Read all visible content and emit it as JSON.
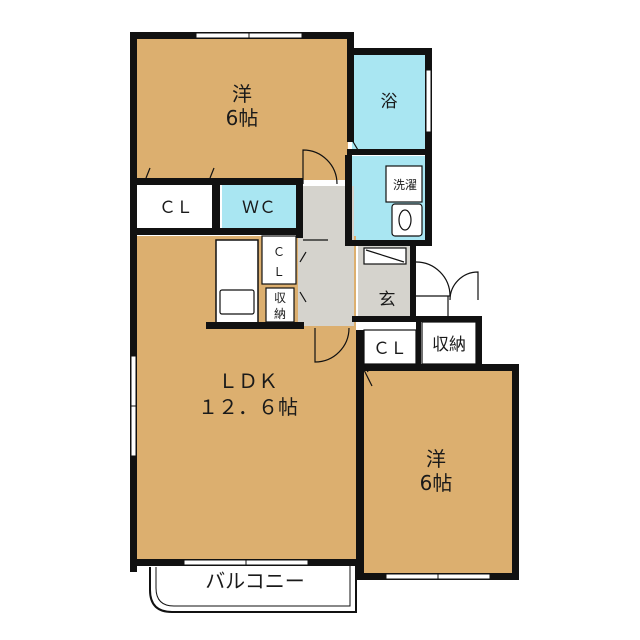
{
  "colors": {
    "room": "#dcaf6f",
    "bath": "#a9e6f2",
    "corridor": "#d5d3cd",
    "wall": "#111111",
    "white": "#ffffff"
  },
  "rooms": {
    "western_north": {
      "name": "洋",
      "size": "6帖"
    },
    "bath": {
      "name": "浴"
    },
    "laundry": {
      "name": "洗濯"
    },
    "closet_north": {
      "name": "ＣＬ"
    },
    "wc": {
      "name": "ＷＣ"
    },
    "closet_hall_1": "Ｃ",
    "closet_hall_2": "Ｌ",
    "storage_hall_1": "収",
    "storage_hall_2": "納",
    "entrance": {
      "name": "玄"
    },
    "closet_south": {
      "name": "ＣＬ"
    },
    "storage_south": {
      "name": "収納"
    },
    "ldk": {
      "name": "ＬＤＫ",
      "size": "１２．６帖"
    },
    "western_south": {
      "name": "洋",
      "size": "6帖"
    },
    "balcony": {
      "name": "バルコニー"
    }
  }
}
